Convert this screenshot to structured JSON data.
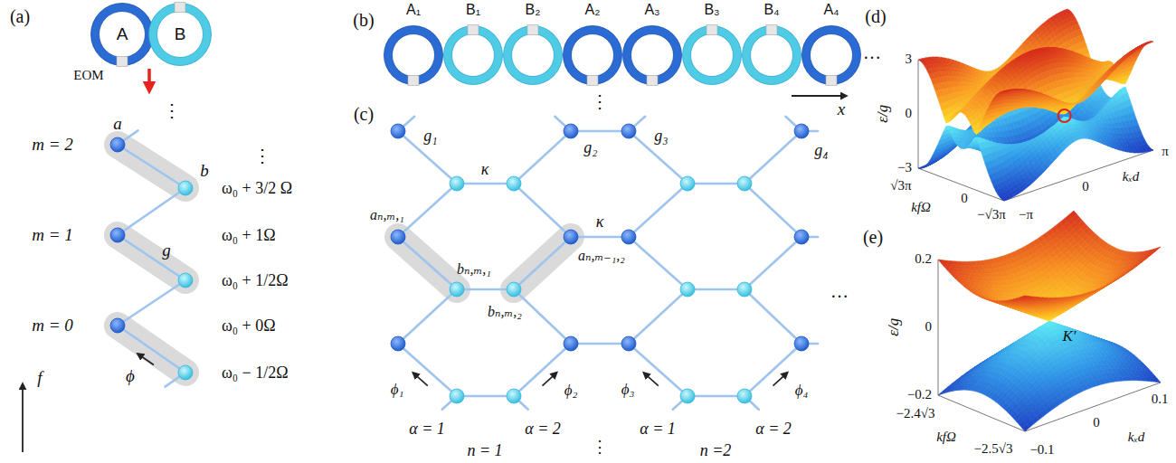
{
  "diagram": {
    "nodes": [
      {
        "text": [
          "A"
        ]
      },
      {
        "text": [
          "B"
        ]
      },
      {
        "text": [
          "A₁"
        ]
      },
      {
        "text": [
          "B₁"
        ]
      },
      {
        "text": [
          "B₂"
        ]
      },
      {
        "text": [
          "A₂"
        ]
      },
      {
        "text": [
          "A₃"
        ]
      },
      {
        "text": [
          "B₃"
        ]
      },
      {
        "text": [
          "B₄"
        ]
      },
      {
        "text": [
          "A₄"
        ]
      }
    ],
    "labels": [
      "(a)",
      "EOM",
      "⋮",
      "m = 2",
      "a",
      "⋮",
      "b",
      "ω₀ + 3/2 Ω",
      "m = 1",
      "ω₀ + 1Ω",
      "g",
      "ω₀ + 1/2Ω",
      "m = 0",
      "ω₀ + 0Ω",
      "ϕ",
      "ω₀ − 1/2Ω",
      "f",
      "(b)",
      "…",
      "x",
      "(c)",
      "⋮",
      "g₁",
      "κ",
      "g₂",
      "g₃",
      "g₄",
      "aₙ,ₘ,₁",
      "κ",
      "bₙ,ₘ,₁",
      "aₙ,ₘ₋₁,₂",
      "bₙ,ₘ,₂",
      "…",
      "ϕ₁",
      "ϕ₂",
      "ϕ₃",
      "ϕ₄",
      "α = 1",
      "α = 2",
      "α = 1",
      "α = 2",
      "n = 1",
      "⋮",
      "n =2",
      "(d)",
      "3",
      "ε/g",
      "0",
      "−3",
      "√3π",
      "kfΩ",
      "0",
      "−√3π",
      "−π",
      "0",
      "kₓd",
      "π",
      "(e)",
      "0.2",
      "ε/g",
      "0",
      "K′",
      "−0.2",
      "−2.4√3",
      "kfΩ",
      "−2.5√3",
      "−0.1",
      "0",
      "0.1",
      "kₓd"
    ]
  }
}
